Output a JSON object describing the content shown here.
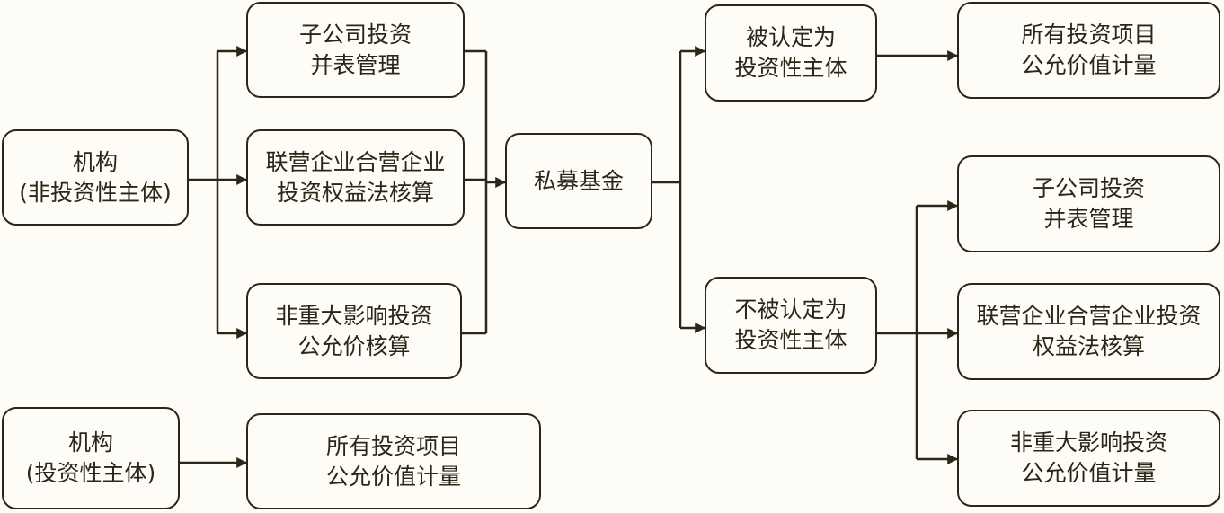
{
  "nodes": {
    "org_non_invest": {
      "line1": "机构",
      "line2": "(非投资性主体)"
    },
    "sub_consolidate_1": {
      "line1": "子公司投资",
      "line2": "并表管理"
    },
    "assoc_equity_1": {
      "line1": "联营企业合营企业",
      "line2": "投资权益法核算"
    },
    "non_sig_fv_1": {
      "line1": "非重大影响投资",
      "line2": "公允价核算"
    },
    "org_invest": {
      "line1": "机构",
      "line2": "(投资性主体)"
    },
    "all_fv_1": {
      "line1": "所有投资项目",
      "line2": "公允价值计量"
    },
    "private_fund": {
      "line1": "私募基金"
    },
    "recognized": {
      "line1": "被认定为",
      "line2": "投资性主体"
    },
    "all_fv_2": {
      "line1": "所有投资项目",
      "line2": "公允价值计量"
    },
    "not_recognized": {
      "line1": "不被认定为",
      "line2": "投资性主体"
    },
    "sub_consolidate_2": {
      "line1": "子公司投资",
      "line2": "并表管理"
    },
    "assoc_equity_2": {
      "line1": "联营企业合营企业投资",
      "line2": "权益法核算"
    },
    "non_sig_fv_2": {
      "line1": "非重大影响投资",
      "line2": "公允价值计量"
    }
  },
  "colors": {
    "line": "#2b2618",
    "background": "#fdfcf7"
  }
}
